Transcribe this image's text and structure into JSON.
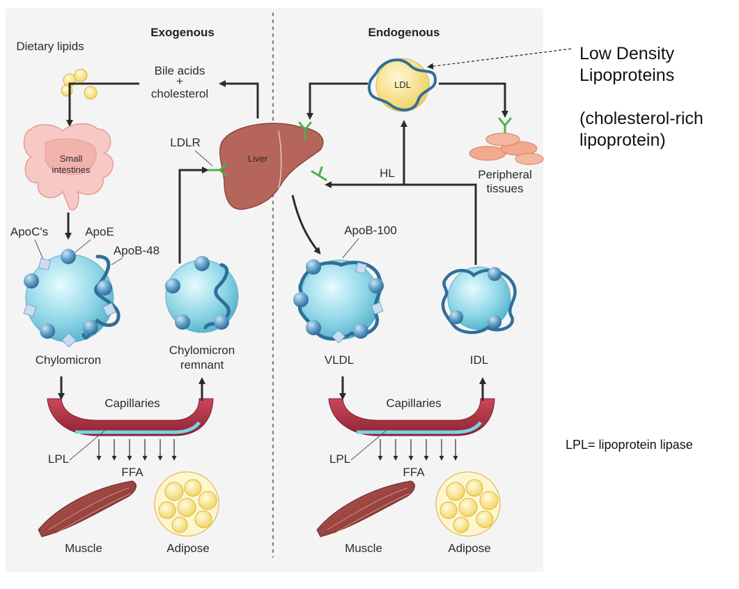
{
  "headers": {
    "exogenous": "Exogenous",
    "endogenous": "Endogenous"
  },
  "labels": {
    "dietary_lipids": "Dietary lipids",
    "bile_acids_1": "Bile acids",
    "bile_acids_plus": "+",
    "bile_acids_2": "cholesterol",
    "small_intestines_1": "Small",
    "small_intestines_2": "intestines",
    "liver": "Liver",
    "ldlr": "LDLR",
    "apocs": "ApoC's",
    "apoe": "ApoE",
    "apob48": "ApoB-48",
    "apob100": "ApoB-100",
    "hl": "HL",
    "ldl": "LDL",
    "peripheral_1": "Peripheral",
    "peripheral_2": "tissues",
    "chylomicron": "Chylomicron",
    "chylo_remnant_1": "Chylomicron",
    "chylo_remnant_2": "remnant",
    "vldl": "VLDL",
    "idl": "IDL",
    "capillaries_left": "Capillaries",
    "capillaries_right": "Capillaries",
    "lpl_left": "LPL",
    "lpl_right": "LPL",
    "ffa_left": "FFA",
    "ffa_right": "FFA",
    "muscle_left": "Muscle",
    "muscle_right": "Muscle",
    "adipose_left": "Adipose",
    "adipose_right": "Adipose"
  },
  "sidebar": {
    "title_line1": "Low Density",
    "title_line2": "Lipoproteins",
    "desc_line1": "(cholesterol-rich",
    "desc_line2": "lipoprotein)",
    "note": "LPL= lipoprotein lipase"
  },
  "colors": {
    "panel_bg": "#f4f4f4",
    "particle": "#8fd6e6",
    "apoprotein": "#2f6f9a",
    "liver": "#b5655a",
    "vessel": "#b5394a",
    "ldl_core": "#f6e08a",
    "receptor": "#4caf50"
  }
}
